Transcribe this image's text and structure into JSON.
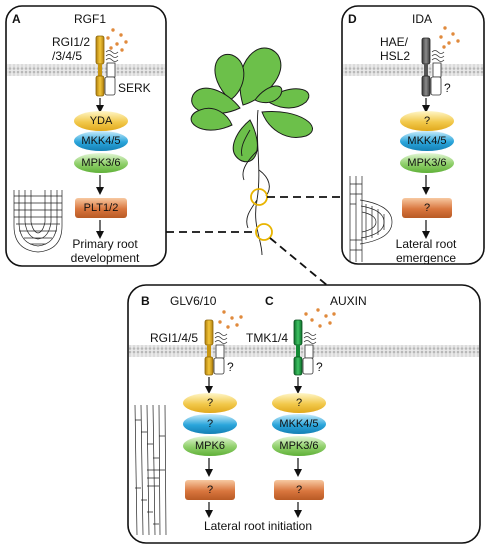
{
  "colors": {
    "yellow": "#f2c94c",
    "blue": "#2aa5db",
    "green": "#8fcf6a",
    "orange": "#d9763e",
    "gold": "#d9a21a",
    "gray": "#666666",
    "dkgreen": "#1a9e3f",
    "dots": "#e08a3c",
    "plant": "#6cc04a"
  },
  "panelA": {
    "letter": "A",
    "ligand": "RGF1",
    "receptor_l1": "RGI1/2",
    "receptor_l2": "/3/4/5",
    "coreceptor": "SERK",
    "yda": "YDA",
    "mkk": "MKK4/5",
    "mpk": "MPK3/6",
    "tf": "PLT1/2",
    "caption_l1": "Primary root",
    "caption_l2": "development"
  },
  "panelD": {
    "letter": "D",
    "ligand": "IDA",
    "receptor_l1": "HAE/",
    "receptor_l2": "HSL2",
    "coreceptor_q": "?",
    "mapkkk": "?",
    "mkk": "MKK4/5",
    "mpk": "MPK3/6",
    "tf": "?",
    "caption_l1": "Lateral root",
    "caption_l2": "emergence"
  },
  "panelB": {
    "letter": "B",
    "ligand": "GLV6/10",
    "receptor": "RGI1/4/5",
    "coreceptor_q": "?",
    "mapkkk": "?",
    "mkk": "?",
    "mpk": "MPK6",
    "tf": "?"
  },
  "panelC": {
    "letter": "C",
    "ligand": "AUXIN",
    "receptor": "TMK1/4",
    "coreceptor_q": "?",
    "mapkkk": "?",
    "mkk": "MKK4/5",
    "mpk": "MPK3/6",
    "tf": "?"
  },
  "bottom_caption": "Lateral root initiation"
}
